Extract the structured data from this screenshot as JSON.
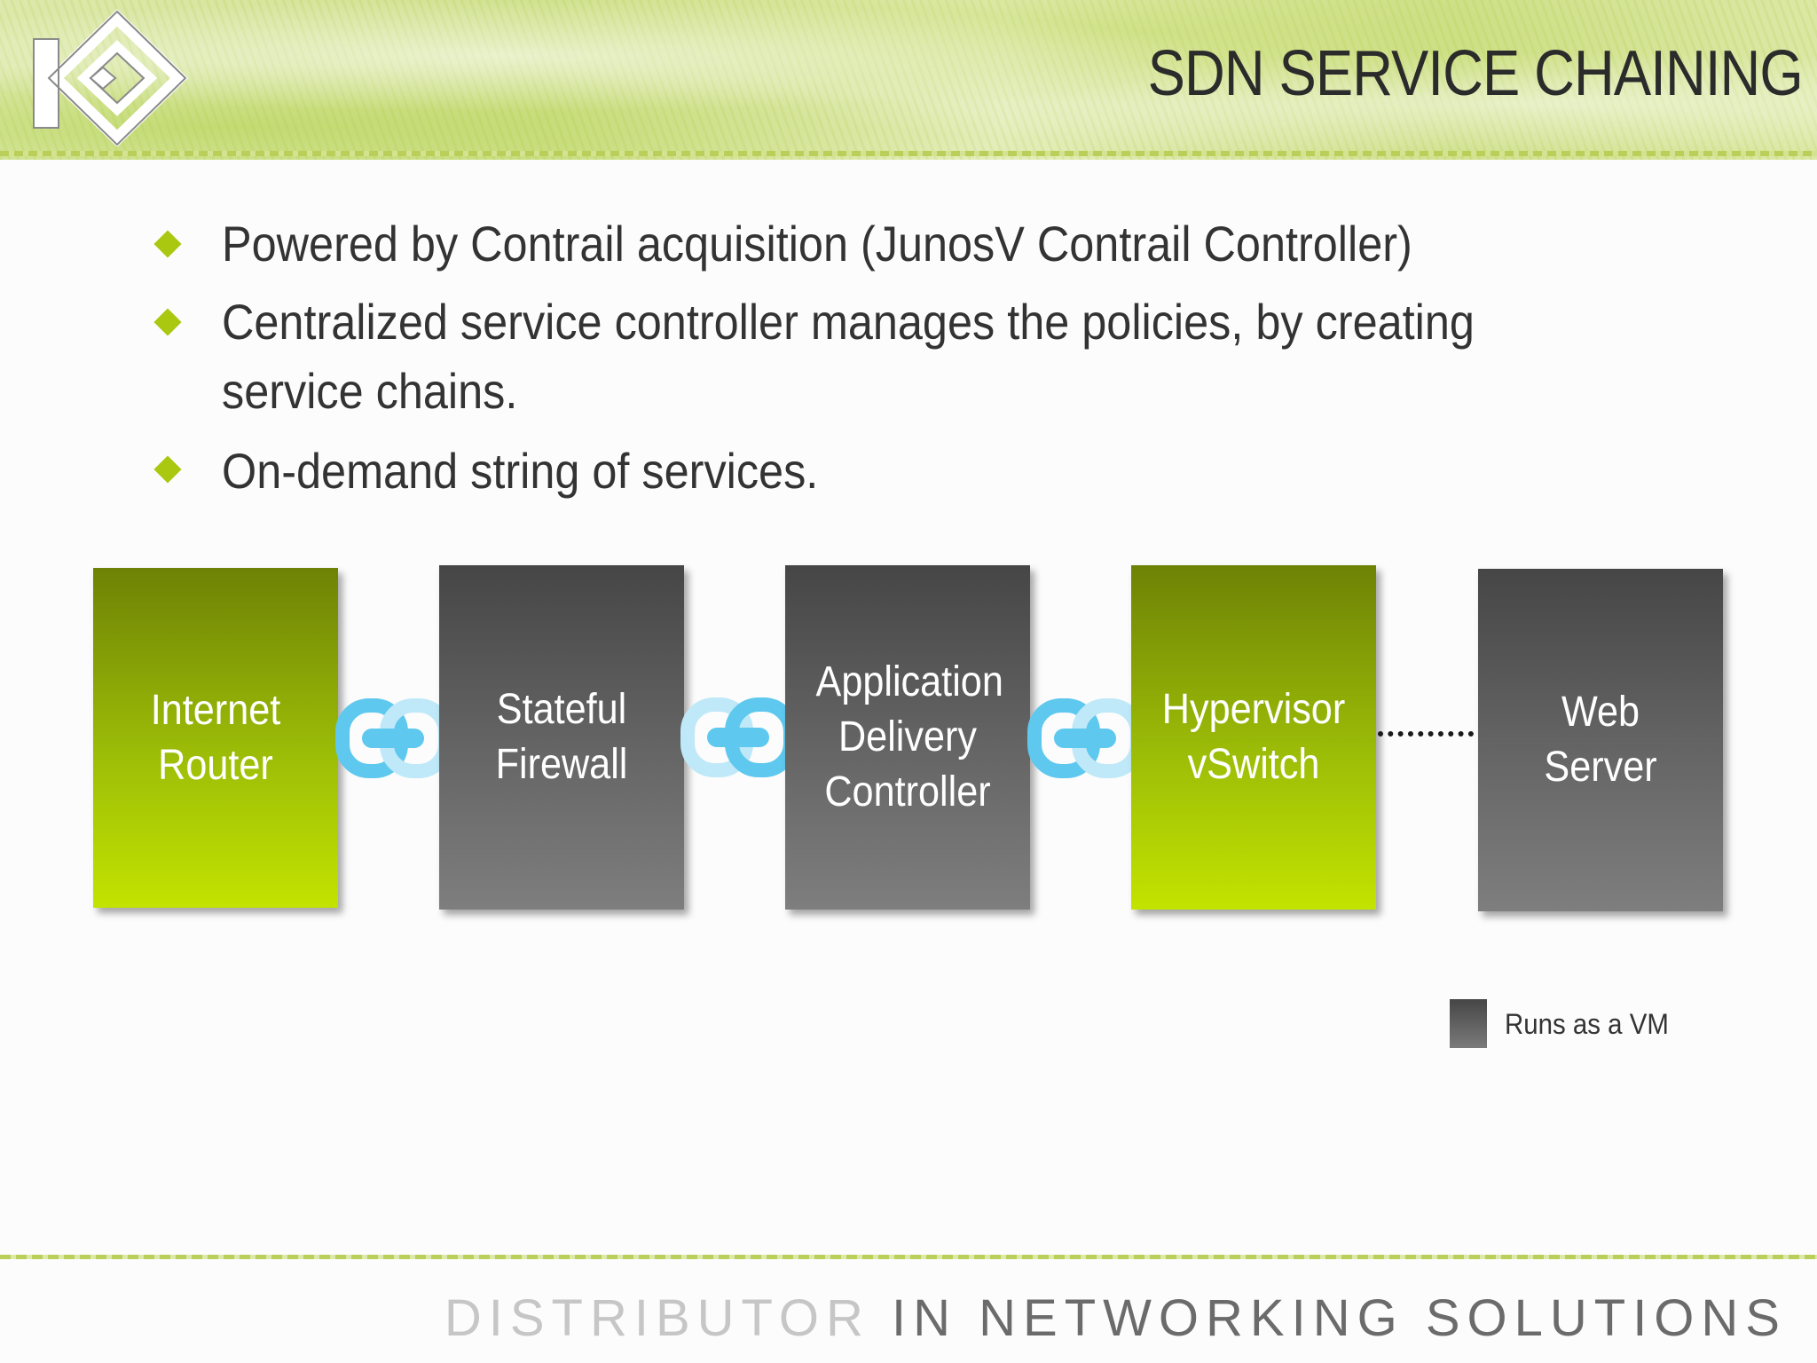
{
  "header": {
    "title": "SDN SERVICE CHAINING",
    "logo_icon": "kg-diamond-logo-icon"
  },
  "bullets": [
    "Powered by Contrail acquisition (JunosV Contrail Controller)",
    "Centralized service controller manages the policies, by creating service chains.",
    "On-demand string of services."
  ],
  "bullet_icon": "diamond-bullet-icon",
  "bullet_color": "#a9c80f",
  "diagram": {
    "nodes": [
      {
        "label": "Internet Router",
        "color": "green"
      },
      {
        "label": "Stateful Firewall",
        "color": "gray"
      },
      {
        "label": "Application Delivery Controller",
        "color": "gray"
      },
      {
        "label": "Hypervisor vSwitch",
        "color": "green"
      },
      {
        "label": "Web Server",
        "color": "gray"
      }
    ],
    "connectors": [
      "chain-link",
      "chain-link",
      "chain-link",
      "dotted-line"
    ],
    "link_color": "#5ec8ee",
    "green_color": "#9cbd07",
    "gray_color": "#5a5a5a"
  },
  "legend": {
    "label": "Runs as a VM",
    "swatch_color": "gray"
  },
  "footer": {
    "word1": "DISTRIBUTOR",
    "rest": " IN NETWORKING SOLUTIONS"
  }
}
